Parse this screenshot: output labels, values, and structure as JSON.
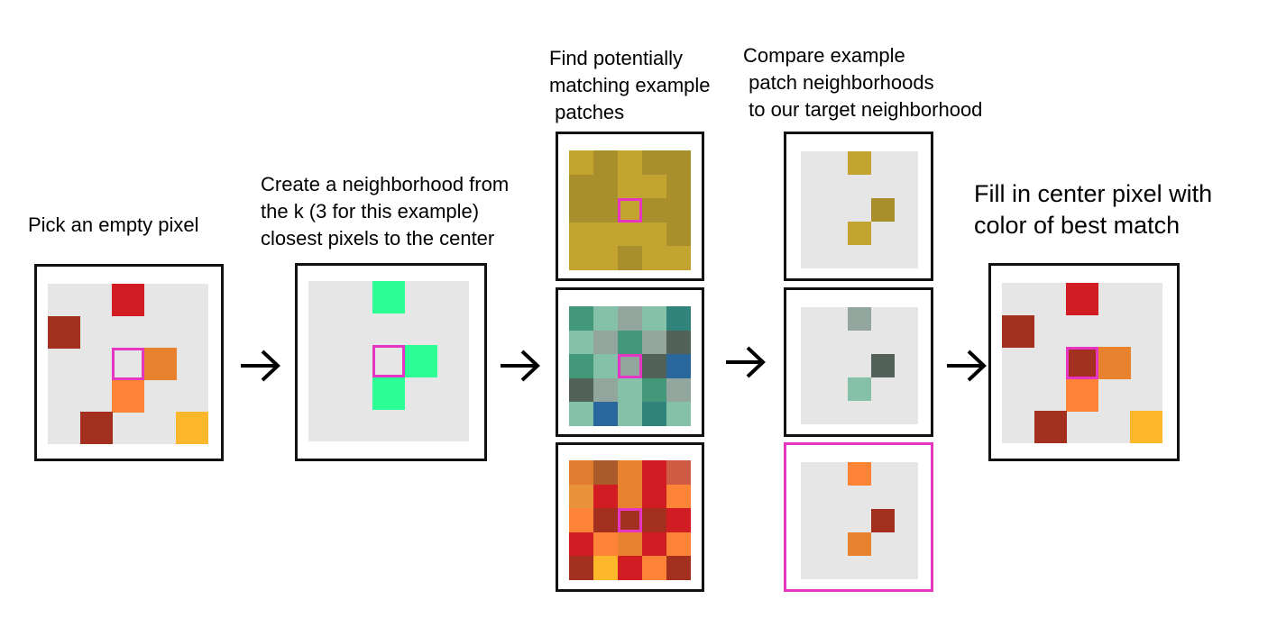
{
  "colors": {
    "empty": "#e6e6e6",
    "highlight": "#e535c2",
    "frame": "#111111"
  },
  "captions": {
    "step1": [
      "Pick an empty pixel"
    ],
    "step2": [
      "Create a neighborhood from",
      "the k (3 for this example)",
      "closest pixels to the center"
    ],
    "step3": [
      "Find potentially",
      "matching example",
      " patches"
    ],
    "step4": [
      "Compare example",
      " patch neighborhoods",
      " to our target neighborhood"
    ],
    "step5": [
      "Fill in center pixel with",
      "color of best match"
    ]
  },
  "panels": {
    "target": {
      "cells": [
        {
          "r": 0,
          "c": 2,
          "color": "#d21c24"
        },
        {
          "r": 1,
          "c": 0,
          "color": "#a3301e"
        },
        {
          "r": 2,
          "c": 3,
          "color": "#e8822f"
        },
        {
          "r": 3,
          "c": 2,
          "color": "#fd8337"
        },
        {
          "r": 4,
          "c": 1,
          "color": "#a3301e"
        },
        {
          "r": 4,
          "c": 4,
          "color": "#fdb72a"
        }
      ]
    },
    "neighborhood": {
      "cells": [
        {
          "r": 0,
          "c": 2,
          "color": "#2dfd95"
        },
        {
          "r": 2,
          "c": 3,
          "color": "#2dfd95"
        },
        {
          "r": 3,
          "c": 2,
          "color": "#2dfd95"
        }
      ]
    },
    "patches": [
      {
        "name": "patch-yellow",
        "full": [
          [
            "#c4a430",
            "#a88f2c",
            "#c4a430",
            "#a88f2c",
            "#a88f2c"
          ],
          [
            "#a88f2c",
            "#a88f2c",
            "#c4a430",
            "#c4a430",
            "#a88f2c"
          ],
          [
            "#a88f2c",
            "#a88f2c",
            "#c4a430",
            "#a88f2c",
            "#a88f2c"
          ],
          [
            "#c4a430",
            "#c4a430",
            "#c4a430",
            "#c4a430",
            "#a88f2c"
          ],
          [
            "#c4a430",
            "#c4a430",
            "#a88f2c",
            "#c4a430",
            "#c4a430"
          ]
        ],
        "neighborhood": [
          {
            "r": 0,
            "c": 2,
            "color": "#c4a430"
          },
          {
            "r": 2,
            "c": 3,
            "color": "#a88f2c"
          },
          {
            "r": 3,
            "c": 2,
            "color": "#c4a430"
          }
        ],
        "best": false
      },
      {
        "name": "patch-teal",
        "full": [
          [
            "#43977a",
            "#85c1a9",
            "#93a69e",
            "#85c1a9",
            "#30847c"
          ],
          [
            "#85c1a9",
            "#93a69e",
            "#43977a",
            "#93a69e",
            "#536259"
          ],
          [
            "#43977a",
            "#85c1a9",
            "#93a69e",
            "#536259",
            "#2a679c"
          ],
          [
            "#536259",
            "#93a69e",
            "#85c1a9",
            "#43977a",
            "#93a69e"
          ],
          [
            "#85c1a9",
            "#2a679c",
            "#85c1a9",
            "#30847c",
            "#85c1a9"
          ]
        ],
        "neighborhood": [
          {
            "r": 0,
            "c": 2,
            "color": "#93a69e"
          },
          {
            "r": 2,
            "c": 3,
            "color": "#536259"
          },
          {
            "r": 3,
            "c": 2,
            "color": "#85c1a9"
          }
        ],
        "best": false
      },
      {
        "name": "patch-red",
        "full": [
          [
            "#e07b2f",
            "#ab5a2a",
            "#e8822f",
            "#d21c24",
            "#d05b45"
          ],
          [
            "#e8923c",
            "#d21c24",
            "#e8822f",
            "#d21c24",
            "#fd8337"
          ],
          [
            "#fd8337",
            "#a3301e",
            "#a3301e",
            "#a3301e",
            "#d21c24"
          ],
          [
            "#d21c24",
            "#fd8337",
            "#e8822f",
            "#d21c24",
            "#fd8337"
          ],
          [
            "#a3301e",
            "#fdb72a",
            "#d21c24",
            "#fd8337",
            "#a3301e"
          ]
        ],
        "neighborhood": [
          {
            "r": 0,
            "c": 2,
            "color": "#fd8337"
          },
          {
            "r": 2,
            "c": 3,
            "color": "#a3301e"
          },
          {
            "r": 3,
            "c": 2,
            "color": "#e8822f"
          }
        ],
        "best": true
      }
    ],
    "result": {
      "cells": [
        {
          "r": 0,
          "c": 2,
          "color": "#d21c24"
        },
        {
          "r": 1,
          "c": 0,
          "color": "#a3301e"
        },
        {
          "r": 2,
          "c": 2,
          "color": "#a3301e"
        },
        {
          "r": 2,
          "c": 3,
          "color": "#e8822f"
        },
        {
          "r": 3,
          "c": 2,
          "color": "#fd8337"
        },
        {
          "r": 4,
          "c": 1,
          "color": "#a3301e"
        },
        {
          "r": 4,
          "c": 4,
          "color": "#fdb72a"
        }
      ]
    }
  }
}
